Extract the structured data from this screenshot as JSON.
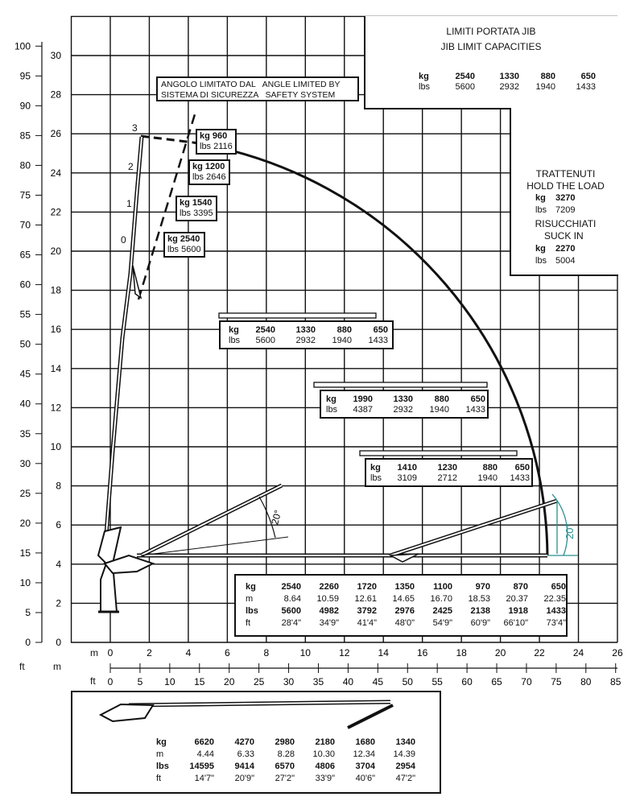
{
  "axes": {
    "left_ft_unit": "ft",
    "left_m_unit": "m",
    "bottom_m_unit": "m",
    "bottom_ft_unit": "ft",
    "left_ft_ticks": [
      "0",
      "5",
      "10",
      "15",
      "20",
      "25",
      "30",
      "35",
      "40",
      "45",
      "50",
      "55",
      "60",
      "65",
      "70",
      "75",
      "80",
      "85",
      "90",
      "95",
      "100"
    ],
    "left_m_ticks": [
      "0",
      "2",
      "4",
      "6",
      "8",
      "10",
      "12",
      "14",
      "16",
      "18",
      "20",
      "22",
      "24",
      "26",
      "28",
      "30"
    ],
    "bottom_m_ticks": [
      "0",
      "2",
      "4",
      "6",
      "8",
      "10",
      "12",
      "14",
      "16",
      "18",
      "20",
      "22",
      "24",
      "26"
    ],
    "bottom_ft_ticks": [
      "0",
      "5",
      "10",
      "15",
      "20",
      "25",
      "30",
      "35",
      "40",
      "45",
      "50",
      "55",
      "60",
      "65",
      "70",
      "75",
      "80",
      "85"
    ]
  },
  "angle_notice": {
    "line1": "ANGOLO LIMITATO DAL   ANGLE LIMITED BY",
    "line2": "SISTEMA DI SICUREZZA   SAFETY SYSTEM"
  },
  "boom_stages": [
    "0",
    "1",
    "2",
    "3"
  ],
  "tip_loads": [
    {
      "kg": "kg 960",
      "lbs": "lbs 2116"
    },
    {
      "kg": "kg 1200",
      "lbs": "lbs 2646"
    },
    {
      "kg": "kg 1540",
      "lbs": "lbs 3395"
    },
    {
      "kg": "kg 2540",
      "lbs": "lbs 5600"
    }
  ],
  "jib_limits": {
    "title_it": "LIMITI PORTATA JIB",
    "title_en": "JIB LIMIT CAPACITIES",
    "kg_label": "kg",
    "lbs_label": "lbs",
    "kg": [
      "2540",
      "1330",
      "880",
      "650"
    ],
    "lbs": [
      "5600",
      "2932",
      "1940",
      "1433"
    ]
  },
  "hold": {
    "hold_it": "TRATTENUTI",
    "hold_en": "HOLD THE LOAD",
    "hold_kg": "3270",
    "hold_lbs": "7209",
    "suck_it": "RISUCCHIATI",
    "suck_en": "SUCK IN",
    "suck_kg": "2270",
    "suck_lbs": "5004",
    "kg_label": "kg",
    "lbs_label": "lbs"
  },
  "jib_tables": [
    {
      "kg_label": "kg",
      "lbs_label": "lbs",
      "kg": [
        "2540",
        "1330",
        "880",
        "650"
      ],
      "lbs": [
        "5600",
        "2932",
        "1940",
        "1433"
      ]
    },
    {
      "kg_label": "kg",
      "lbs_label": "lbs",
      "kg": [
        "1990",
        "1330",
        "880",
        "650"
      ],
      "lbs": [
        "4387",
        "2932",
        "1940",
        "1433"
      ]
    },
    {
      "kg_label": "kg",
      "lbs_label": "lbs",
      "kg": [
        "1410",
        "1230",
        "880",
        "650"
      ],
      "lbs": [
        "3109",
        "2712",
        "1940",
        "1433"
      ]
    }
  ],
  "angles": [
    "20°",
    "20°"
  ],
  "main_table": {
    "labels": [
      "kg",
      "m",
      "lbs",
      "ft"
    ],
    "kg": [
      "2540",
      "2260",
      "1720",
      "1350",
      "1100",
      "970",
      "870",
      "650"
    ],
    "m": [
      "8.64",
      "10.59",
      "12.61",
      "14.65",
      "16.70",
      "18.53",
      "20.37",
      "22.35"
    ],
    "lbs": [
      "5600",
      "4982",
      "3792",
      "2976",
      "2425",
      "2138",
      "1918",
      "1433"
    ],
    "ft": [
      "28'4\"",
      "34'9\"",
      "41'4\"",
      "48'0\"",
      "54'9\"",
      "60'9\"",
      "66'10\"",
      "73'4\""
    ]
  },
  "bottom_table": {
    "labels": [
      "kg",
      "m",
      "lbs",
      "ft"
    ],
    "kg": [
      "6620",
      "4270",
      "2980",
      "2180",
      "1680",
      "1340"
    ],
    "m": [
      "4.44",
      "6.33",
      "8.28",
      "10.30",
      "12.34",
      "14.39"
    ],
    "lbs": [
      "14595",
      "9414",
      "6570",
      "4806",
      "3704",
      "2954"
    ],
    "ft": [
      "14'7\"",
      "20'9\"",
      "27'2\"",
      "33'9\"",
      "40'6\"",
      "47'2\""
    ]
  },
  "colors": {
    "line": "#111111",
    "angle_accent": "#2a8f8f"
  }
}
